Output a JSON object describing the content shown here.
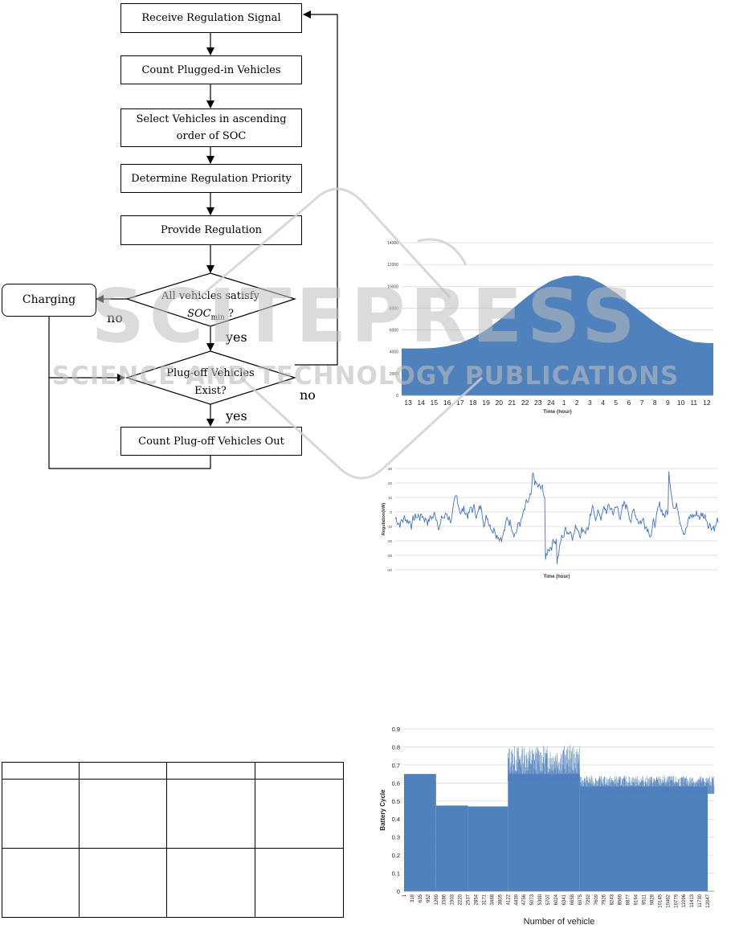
{
  "flowchart": {
    "steps": {
      "receive": "Receive Regulation Signal",
      "count": "Count Plugged-in Vehicles",
      "select_1": "Select Vehicles in ascending",
      "select_2": "order of SOC",
      "priority": "Determine Regulation Priority",
      "provide": "Provide Regulation",
      "count_out": "Count Plug-off Vehicles Out"
    },
    "decision_soc": {
      "line1": "All vehicles satisfy",
      "soc": "SOC",
      "sub": "min",
      "tail": " ?"
    },
    "decision_plugoff": {
      "line1": "Plug-off Vehicles",
      "line2": "Exist?"
    },
    "charging": "Charging",
    "labels": {
      "no_charging": "no",
      "yes_soc": "yes",
      "no_plugoff": "no",
      "yes_plugoff": "yes"
    }
  },
  "watermark": {
    "big": "SCITEPRESS",
    "sub": "SCIENCE AND TECHNOLOGY PUBLICATIONS"
  },
  "chart_data": [
    {
      "type": "area",
      "xlabel": "Time (hour)",
      "ylabel": "",
      "categories": [
        "13",
        "14",
        "15",
        "16",
        "17",
        "18",
        "19",
        "20",
        "21",
        "22",
        "23",
        "24",
        "1",
        "2",
        "3",
        "4",
        "5",
        "6",
        "7",
        "8",
        "9",
        "10",
        "11",
        "12"
      ],
      "yticks": [
        "0",
        "2000",
        "4000",
        "6000",
        "8000",
        "10000",
        "12000",
        "14000"
      ],
      "ylim": [
        0,
        14000
      ],
      "values": [
        4300,
        4300,
        4350,
        4500,
        4800,
        5300,
        6000,
        6900,
        7900,
        8900,
        9800,
        10500,
        10900,
        11000,
        10800,
        10200,
        9400,
        8500,
        7600,
        6700,
        5900,
        5300,
        4900,
        4800
      ],
      "color": "#4f81bd",
      "grid": true
    },
    {
      "type": "line",
      "xlabel": "Time (hour)",
      "ylabel": "Regulation(kW)",
      "yticks": [
        "-40",
        "-30",
        "-20",
        "-10",
        "0",
        "10",
        "20",
        "30"
      ],
      "ylim": [
        -40,
        30
      ],
      "color": "#4472c4",
      "grid": true
    },
    {
      "type": "bar",
      "xlabel": "Number of vehicle",
      "ylabel": "Battery Cycle",
      "yticks": [
        "0",
        "0.1",
        "0.2",
        "0.3",
        "0.4",
        "0.5",
        "0.6",
        "0.7",
        "0.8",
        "0.9"
      ],
      "ylim": [
        0,
        0.9
      ],
      "categories": [
        "1",
        "318",
        "635",
        "952",
        "1269",
        "1586",
        "1903",
        "2220",
        "2537",
        "2854",
        "3171",
        "3488",
        "3805",
        "4122",
        "4439",
        "4756",
        "5073",
        "5390",
        "5707",
        "6024",
        "6341",
        "6658",
        "6975",
        "7292",
        "7609",
        "7926",
        "8243",
        "8560",
        "8877",
        "9194",
        "9511",
        "9828",
        "10145",
        "10462",
        "10779",
        "11096",
        "11413",
        "11730",
        "12047"
      ],
      "segments": [
        {
          "from": 1,
          "to": 1269,
          "value": 0.65
        },
        {
          "from": 1269,
          "to": 2537,
          "value": 0.475
        },
        {
          "from": 2537,
          "to": 4122,
          "value": 0.47
        },
        {
          "from": 4122,
          "to": 6975,
          "value": 0.65
        },
        {
          "from": 6975,
          "to": 12047,
          "value": 0.58
        }
      ],
      "color": "#4f81bd",
      "grid": true
    }
  ]
}
